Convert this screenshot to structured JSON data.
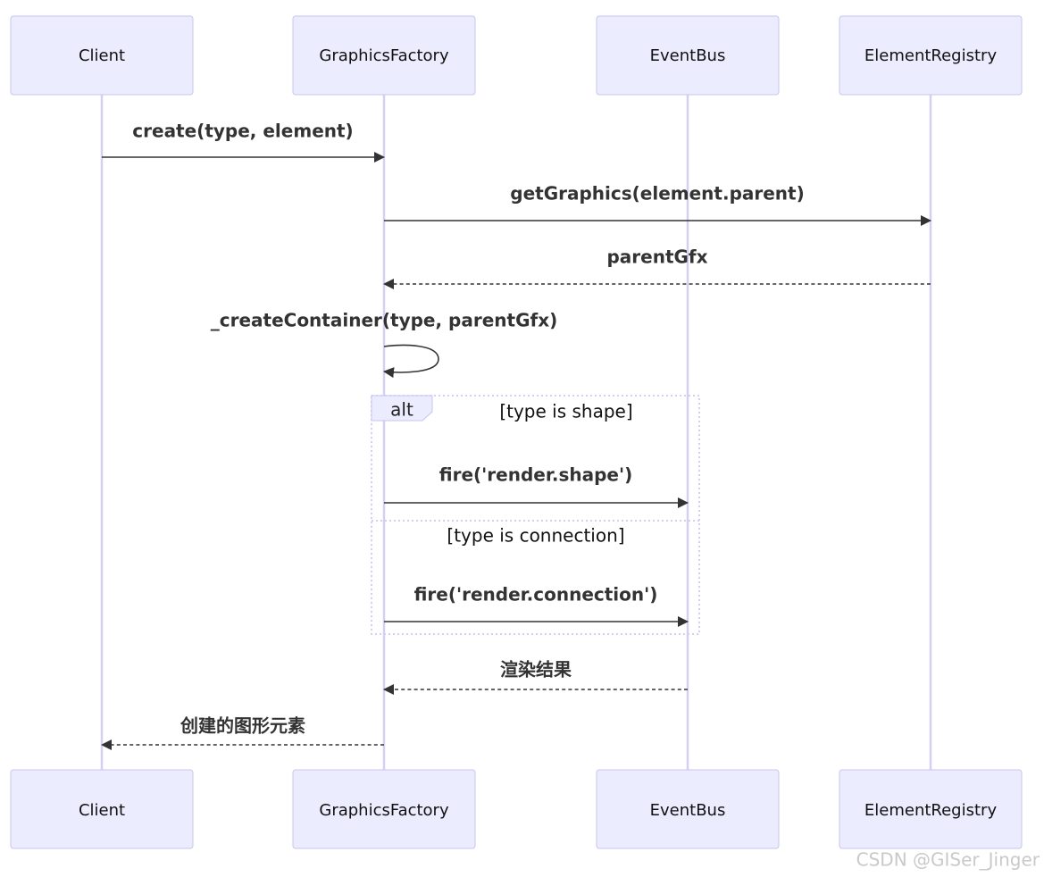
{
  "actors": [
    {
      "id": "client",
      "label": "Client"
    },
    {
      "id": "graphics_factory",
      "label": "GraphicsFactory"
    },
    {
      "id": "event_bus",
      "label": "EventBus"
    },
    {
      "id": "element_registry",
      "label": "ElementRegistry"
    }
  ],
  "messages": [
    {
      "from": "client",
      "to": "graphics_factory",
      "label": "create(type, element)",
      "style": "solid"
    },
    {
      "from": "graphics_factory",
      "to": "element_registry",
      "label": "getGraphics(element.parent)",
      "style": "solid"
    },
    {
      "from": "element_registry",
      "to": "graphics_factory",
      "label": "parentGfx",
      "style": "dashed"
    },
    {
      "from": "graphics_factory",
      "to": "graphics_factory",
      "label": "_createContainer(type, parentGfx)",
      "style": "solid"
    },
    {
      "from": "graphics_factory",
      "to": "event_bus",
      "label": "fire('render.shape')",
      "style": "solid"
    },
    {
      "from": "graphics_factory",
      "to": "event_bus",
      "label": "fire('render.connection')",
      "style": "solid"
    },
    {
      "from": "event_bus",
      "to": "graphics_factory",
      "label": "渲染结果",
      "style": "dashed"
    },
    {
      "from": "graphics_factory",
      "to": "client",
      "label": "创建的图形元素",
      "style": "dashed"
    }
  ],
  "alt_block": {
    "keyword": "alt",
    "condition_1": "[type is shape]",
    "condition_2": "[type is connection]"
  },
  "colors": {
    "actor_fill": "#ececff",
    "actor_stroke": "#c8c4ee",
    "lifeline": "#d7cff2",
    "arrow": "#333333"
  },
  "watermark": "CSDN @GISer_Jinger"
}
